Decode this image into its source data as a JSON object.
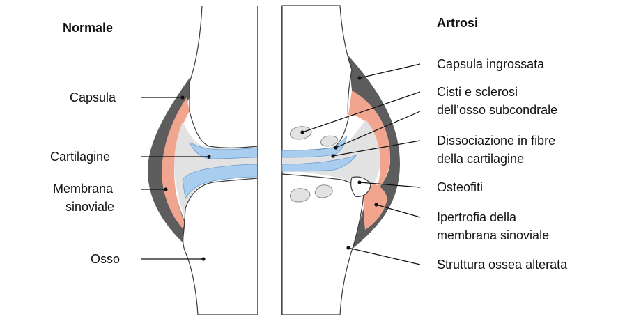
{
  "headings": {
    "left": "Normale",
    "right": "Artrosi"
  },
  "labels_left": {
    "capsula": "Capsula",
    "cartilagine": "Cartilagine",
    "membrana_1": "Membrana",
    "membrana_2": "sinoviale",
    "osso": "Osso"
  },
  "labels_right": {
    "capsula": "Capsula ingrossata",
    "cisti_1": "Cisti e sclerosi",
    "cisti_2": "dell’osso subcondrale",
    "dissociazione_1": "Dissociazione in fibre",
    "dissociazione_2": "della cartilagine",
    "osteofiti": "Osteofiti",
    "ipertrofia_1": "Ipertrofia della",
    "ipertrofia_2": "membrana sinoviale",
    "struttura": "Struttura ossea alterata"
  },
  "colors": {
    "capsule": "#5d5d5d",
    "synovium": "#f2a58e",
    "cartilage": "#a9cdee",
    "joint_space": "#e2e2e2",
    "bone_outline": "#3a3a3a"
  }
}
